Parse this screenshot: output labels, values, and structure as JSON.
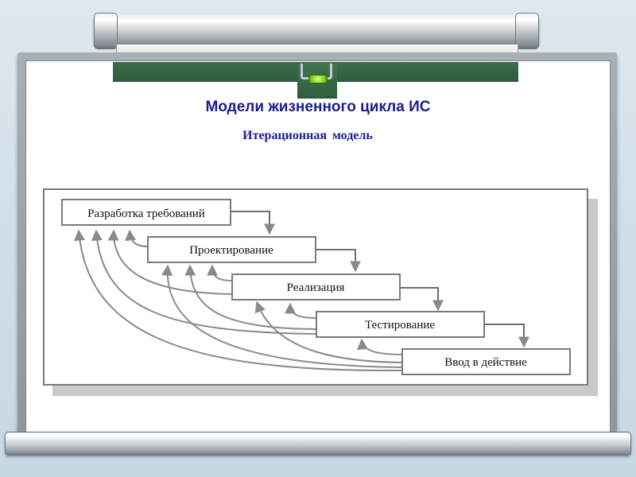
{
  "slide": {
    "title": "Модели жизненного  цикла ИС",
    "subtitle": "Итерационная  модель"
  },
  "diagram": {
    "stages": [
      "Разработка требований",
      "Проектирование",
      "Реализация",
      "Тестирование",
      "Ввод в действие"
    ]
  },
  "colors": {
    "title": "#1d1d8f",
    "board_green": "#2d5a3b",
    "arrows": "#8a8a8a"
  }
}
